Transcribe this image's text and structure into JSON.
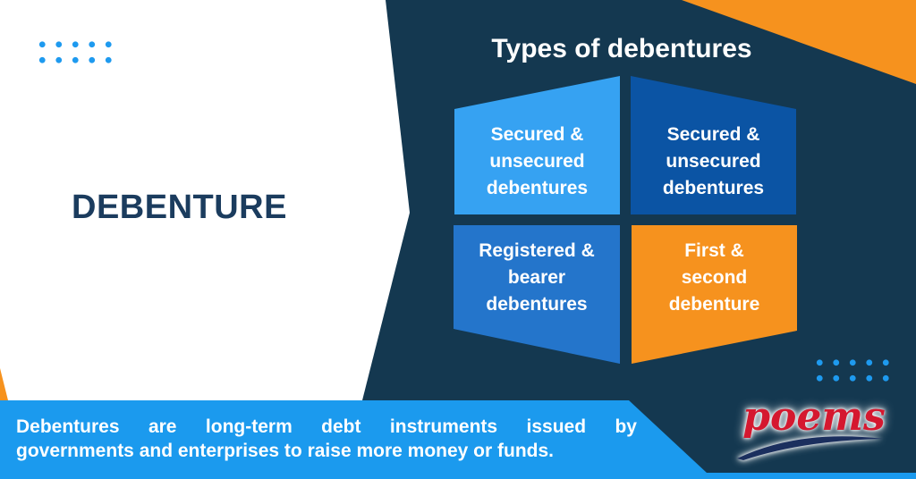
{
  "left_panel": {
    "title": "DEBENTURE"
  },
  "diagram": {
    "heading": "Types of debentures",
    "quadrants": [
      {
        "name": "top-left",
        "color": "#36A2F2",
        "label": "Secured & unsecured debentures",
        "lines": [
          "Secured &",
          "unsecured",
          "debentures"
        ]
      },
      {
        "name": "top-right",
        "color": "#0B54A4",
        "label": "Secured & unsecured debentures",
        "lines": [
          "Secured &",
          "unsecured",
          "debentures"
        ]
      },
      {
        "name": "bottom-left",
        "color": "#2475CB",
        "label": "Registered & bearer debentures",
        "lines": [
          "Registered &",
          "bearer",
          "debentures"
        ]
      },
      {
        "name": "bottom-right",
        "color": "#F6921E",
        "label": "First & second debenture",
        "lines": [
          "First &",
          "second",
          "debenture"
        ]
      }
    ]
  },
  "banner": {
    "line1": "Debentures are long-term debt instruments issued by",
    "line2": "governments and enterprises to raise more money or funds.",
    "color": "#1B9AEE"
  },
  "logo": {
    "text": "poems",
    "text_color": "#D5182F",
    "swoosh_color": "#1B2F5E"
  },
  "decor": {
    "dot_grid_icon": "dot-grid",
    "dot_color": "#1E9AEF",
    "background_navy": "#143850",
    "panel_white": "#FFFFFF",
    "accent_orange": "#F6921E",
    "title_color": "#1B3C5E"
  }
}
